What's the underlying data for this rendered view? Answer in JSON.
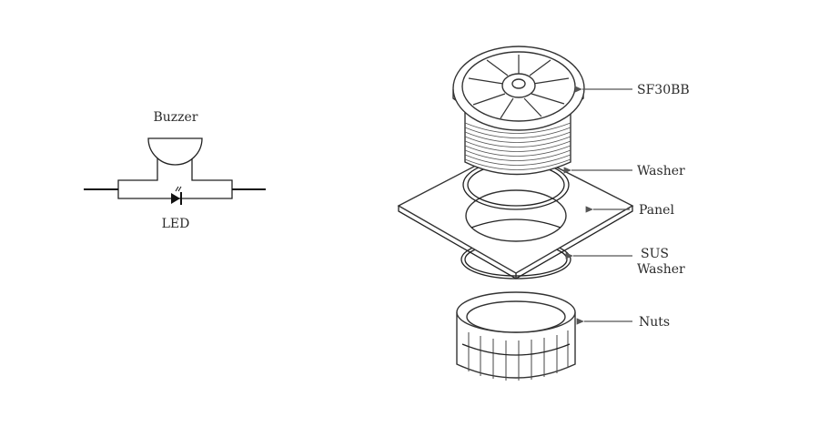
{
  "schematic": {
    "buzzer_label": "Buzzer",
    "led_label": "LED"
  },
  "assembly": {
    "labels": {
      "switch": "SF30BB",
      "washer": "Washer",
      "panel": "Panel",
      "sus_washer_line1": "SUS",
      "sus_washer_line2": "Washer",
      "nuts": "Nuts"
    }
  }
}
